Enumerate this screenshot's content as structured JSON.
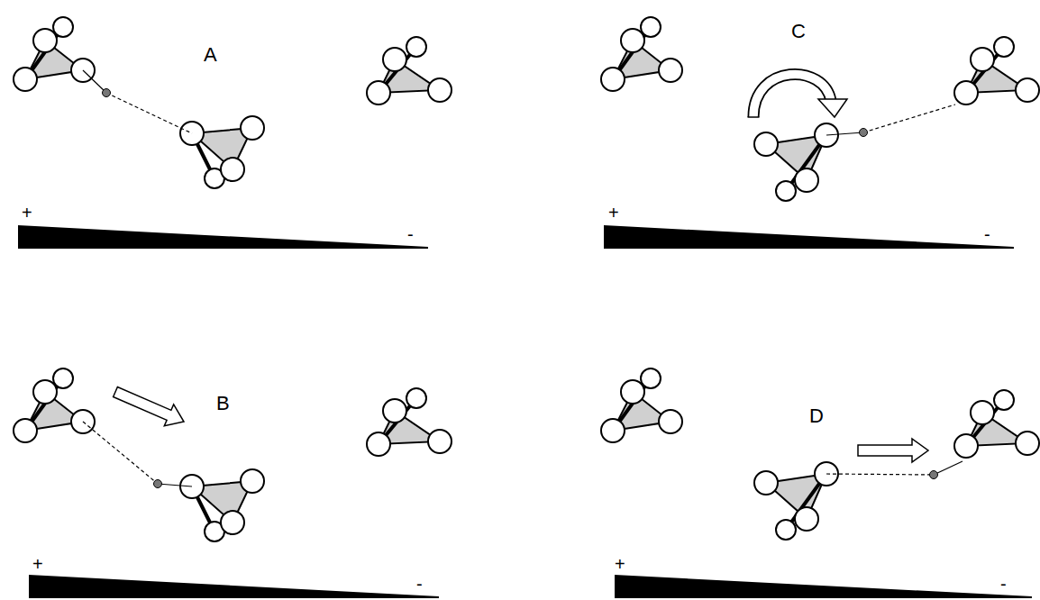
{
  "diagram": {
    "labels": [
      "A",
      "C",
      "+",
      "-",
      "+",
      "-",
      "B",
      "D",
      "+",
      "-",
      "+",
      "-"
    ]
  }
}
